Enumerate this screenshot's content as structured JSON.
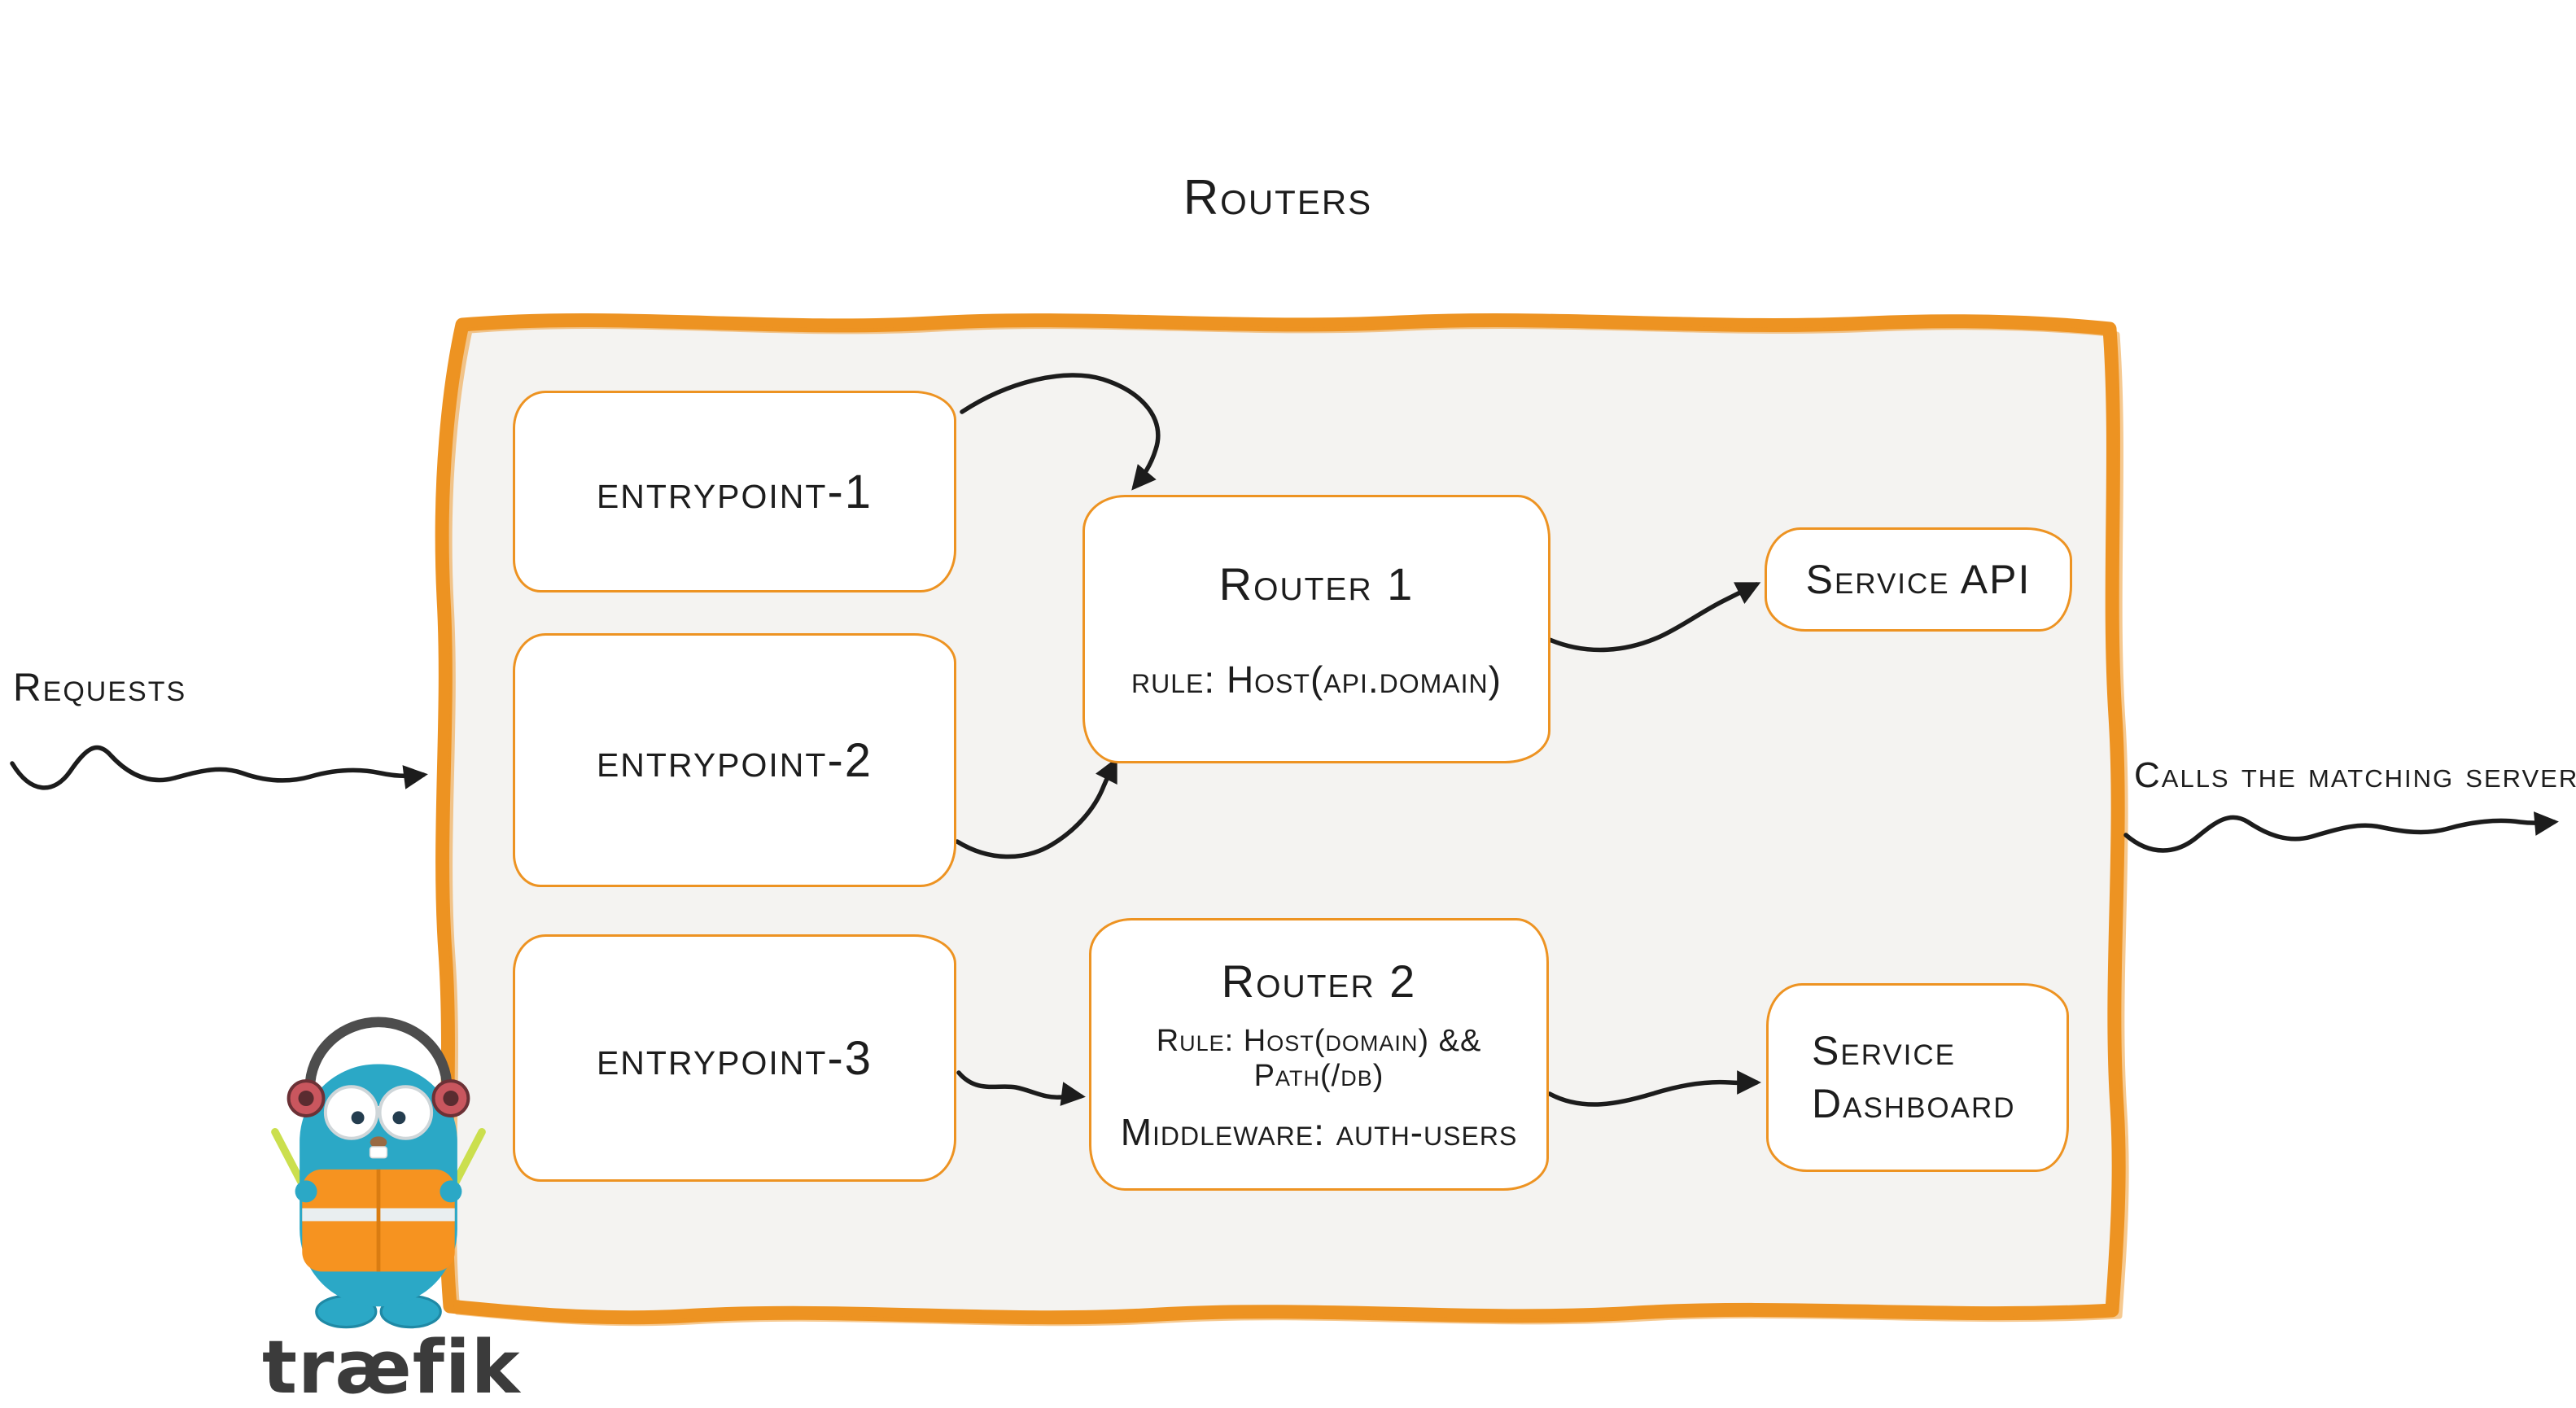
{
  "title": "Routers",
  "colors": {
    "accent_orange": "#ed9322",
    "panel_fill": "#f4f3f1",
    "arrow_black": "#1c1c1c",
    "gopher_teal": "#2ba8c6",
    "vest_orange": "#f69320",
    "wordmark_gray": "#3b3b3b"
  },
  "outside_labels": {
    "requests": "Requests",
    "calls": "Calls the matching server"
  },
  "entrypoints": [
    {
      "label": "entrypoint-1"
    },
    {
      "label": "entrypoint-2"
    },
    {
      "label": "entrypoint-3"
    }
  ],
  "routers": [
    {
      "name": "Router 1",
      "rule": "rule: Host(api.domain)"
    },
    {
      "name": "Router 2",
      "rule": "Rule: Host(domain) && Path(/db)",
      "middleware": "Middleware: auth-users"
    }
  ],
  "services": [
    {
      "label": "Service API"
    },
    {
      "label": "Service Dashboard"
    }
  ],
  "logo": {
    "wordmark": "træfik",
    "icon": "traefik-gopher-icon"
  }
}
